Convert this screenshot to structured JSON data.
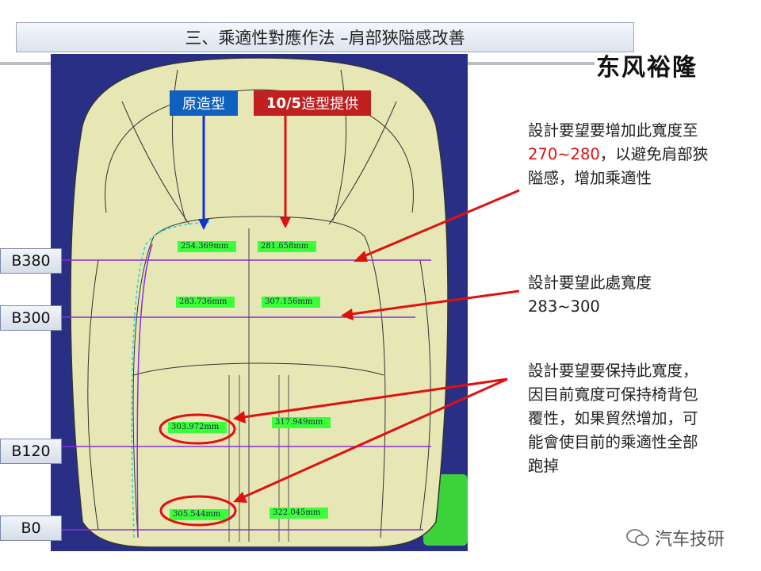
{
  "slide": {
    "title": "三、乘適性對應作法 –肩部狹隘感改善",
    "brand": "东风裕隆",
    "watermark": "汽车技研"
  },
  "tags": {
    "original": "原造型",
    "new_prefix": "10/5",
    "new_suffix": "造型提供"
  },
  "levels": [
    "B380",
    "B300",
    "B120",
    "B0"
  ],
  "measurements": {
    "b380_left": "254.369mm",
    "b380_right": "281.658mm",
    "b300_left": "283.736mm",
    "b300_right": "307.156mm",
    "b120_left": "303.972mm",
    "b120_right": "317.949mm",
    "b0_left": "305.544mm",
    "b0_right": "322.045mm"
  },
  "notes": {
    "note1_line1": "設計要望要增加此寬度至",
    "note1_red": "270~280",
    "note1_line2_rest": "，以避免肩部狹",
    "note1_line3": "隘感，增加乘適性",
    "note2_line1": "設計要望此處寬度",
    "note2_line2": "283~300",
    "note3_line1": "設計要望要保持此寬度，",
    "note3_line2": "因目前寬度可保持椅背包",
    "note3_line3": "覆性，如果貿然增加，可",
    "note3_line4": "能會使目前的乘適性全部",
    "note3_line5": "跑掉"
  },
  "colors": {
    "cad_background": "#2a2f86",
    "seat": "#e6e7b4",
    "level_line": "#8a2be2",
    "highlight": "#39ff39",
    "accent_red": "#e01010",
    "tag_blue": "#1060c0",
    "tag_red": "#c02020"
  }
}
